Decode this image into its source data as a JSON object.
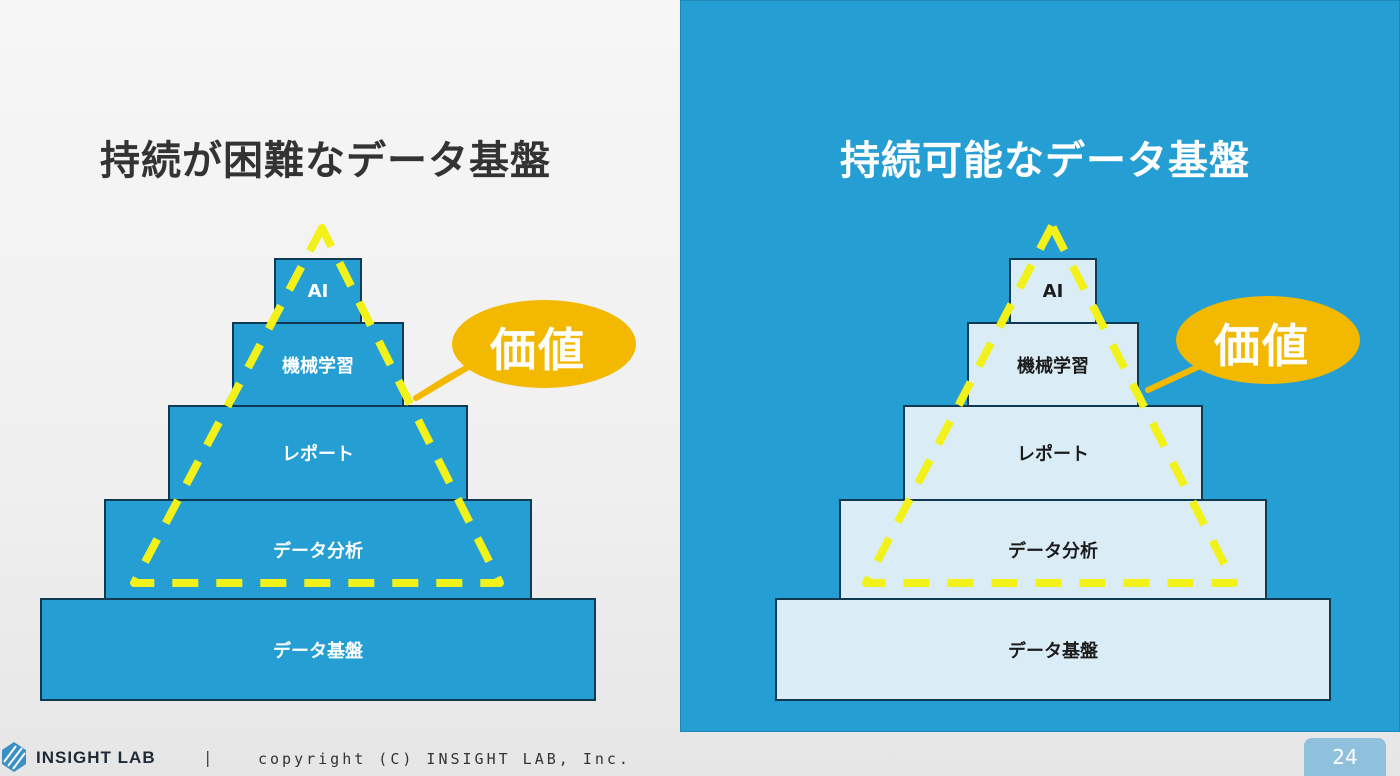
{
  "left": {
    "title": "持続が困難なデータ基盤",
    "tiers": [
      "AI",
      "機械学習",
      "レポート",
      "データ分析",
      "データ基盤"
    ],
    "callout": "価値"
  },
  "right": {
    "title": "持続可能なデータ基盤",
    "tiers": [
      "AI",
      "機械学習",
      "レポート",
      "データ分析",
      "データ基盤"
    ],
    "callout": "価値"
  },
  "footer": {
    "brand": "INSIGHT LAB",
    "separator": "|",
    "copyright": "copyright (C) INSIGHT LAB, Inc.",
    "page_number": "24"
  },
  "colors": {
    "accent_blue": "#259fd3",
    "light_tier": "#daedf6",
    "callout_yellow": "#f3b800",
    "dashed_outline": "#f2f21a",
    "outline_dark": "#0f3a52"
  }
}
